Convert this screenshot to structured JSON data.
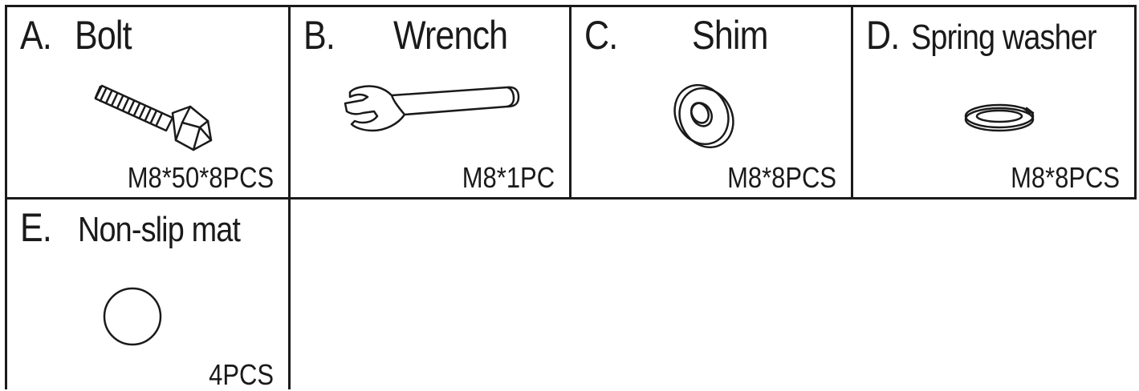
{
  "parts": [
    {
      "letter": "A.",
      "name": "Bolt",
      "qty": "M8*50*8PCS",
      "icon": "bolt-icon"
    },
    {
      "letter": "B.",
      "name": "Wrench",
      "qty": "M8*1PC",
      "icon": "wrench-icon"
    },
    {
      "letter": "C.",
      "name": "Shim",
      "qty": "M8*8PCS",
      "icon": "washer-icon"
    },
    {
      "letter": "D.",
      "name": "Spring washer",
      "qty": "M8*8PCS",
      "icon": "spring-washer-icon"
    },
    {
      "letter": "E.",
      "name": "Non-slip mat",
      "qty": "4PCS",
      "icon": "non-slip-mat-icon"
    }
  ]
}
